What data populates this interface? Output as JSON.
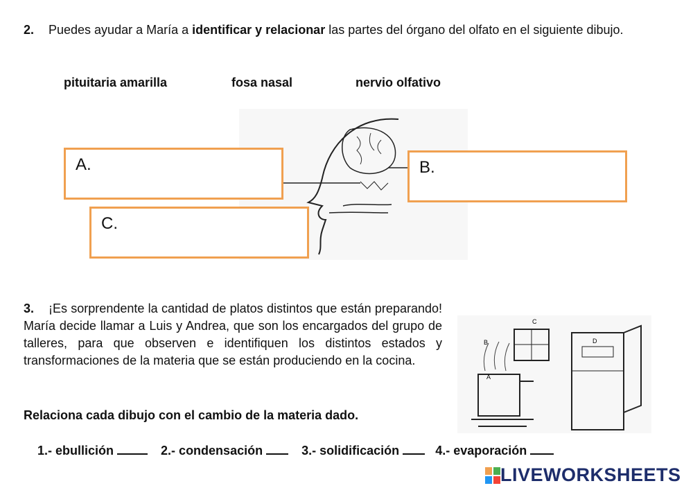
{
  "q2": {
    "number": "2.",
    "text_a": "Puedes ayudar a María a ",
    "text_bold": "identificar y relacionar",
    "text_b": " las partes del órgano del olfato en el siguiente dibujo.",
    "words": [
      "pituitaria amarilla",
      "fosa nasal",
      "nervio olfativo"
    ],
    "boxes": {
      "a": "A.",
      "b": "B.",
      "c": "C."
    }
  },
  "q3": {
    "number": "3.",
    "text": "¡Es sorprendente la cantidad de platos distintos que están preparando! María decide llamar a Luis y Andrea, que son los encargados del grupo de talleres, para que observen e identifiquen los distintos estados y transformaciones de la materia que se están produciendo en la cocina.",
    "instruction": "Relaciona cada dibujo con el cambio de la materia dado.",
    "items": [
      "1.- ebullición",
      "2.- condensación",
      "3.- solidificación",
      "4.- evaporación"
    ],
    "drawing_labels": [
      "A",
      "B",
      "C",
      "D"
    ]
  },
  "brand": {
    "logo": "LIVEWORKSHEETS",
    "accent_colors": [
      "#f0a050",
      "#4caf50",
      "#2196f3",
      "#f44336"
    ]
  }
}
